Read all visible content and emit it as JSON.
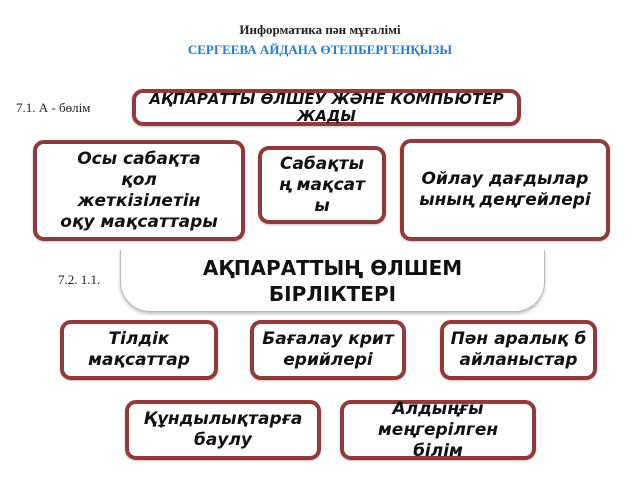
{
  "header": {
    "subtitle": "Информатика пән мұғалімі",
    "author": "СЕРГЕЕВА АЙДАНА ӨТЕПБЕРГЕНҚЫЗЫ"
  },
  "labels": {
    "section1": "7.1. А - бөлім",
    "section2": "7.2. 1.1."
  },
  "title_box": "АҚПАРАТТЫ ӨЛШЕУ ЖӘНЕ КОМПЬЮТЕР ЖАДЫ",
  "banner": "АҚПАРАТТЫҢ ӨЛШЕМ БІРЛІКТЕРІ",
  "boxes": [
    "Осы сабақта қол жеткізілетін оқу мақсаттары",
    "Сабақтың мақсаты",
    "Ойлау дағдыларының деңгейлері",
    "Тілдік мақсаттар",
    "Бағалау критерийлері",
    "Пән аралық байланыстар",
    "Құндылықтарға баулу",
    "Алдыңғы меңгерілген білім"
  ],
  "colors": {
    "border": "#8e3b3b",
    "author": "#2a7bc0"
  }
}
